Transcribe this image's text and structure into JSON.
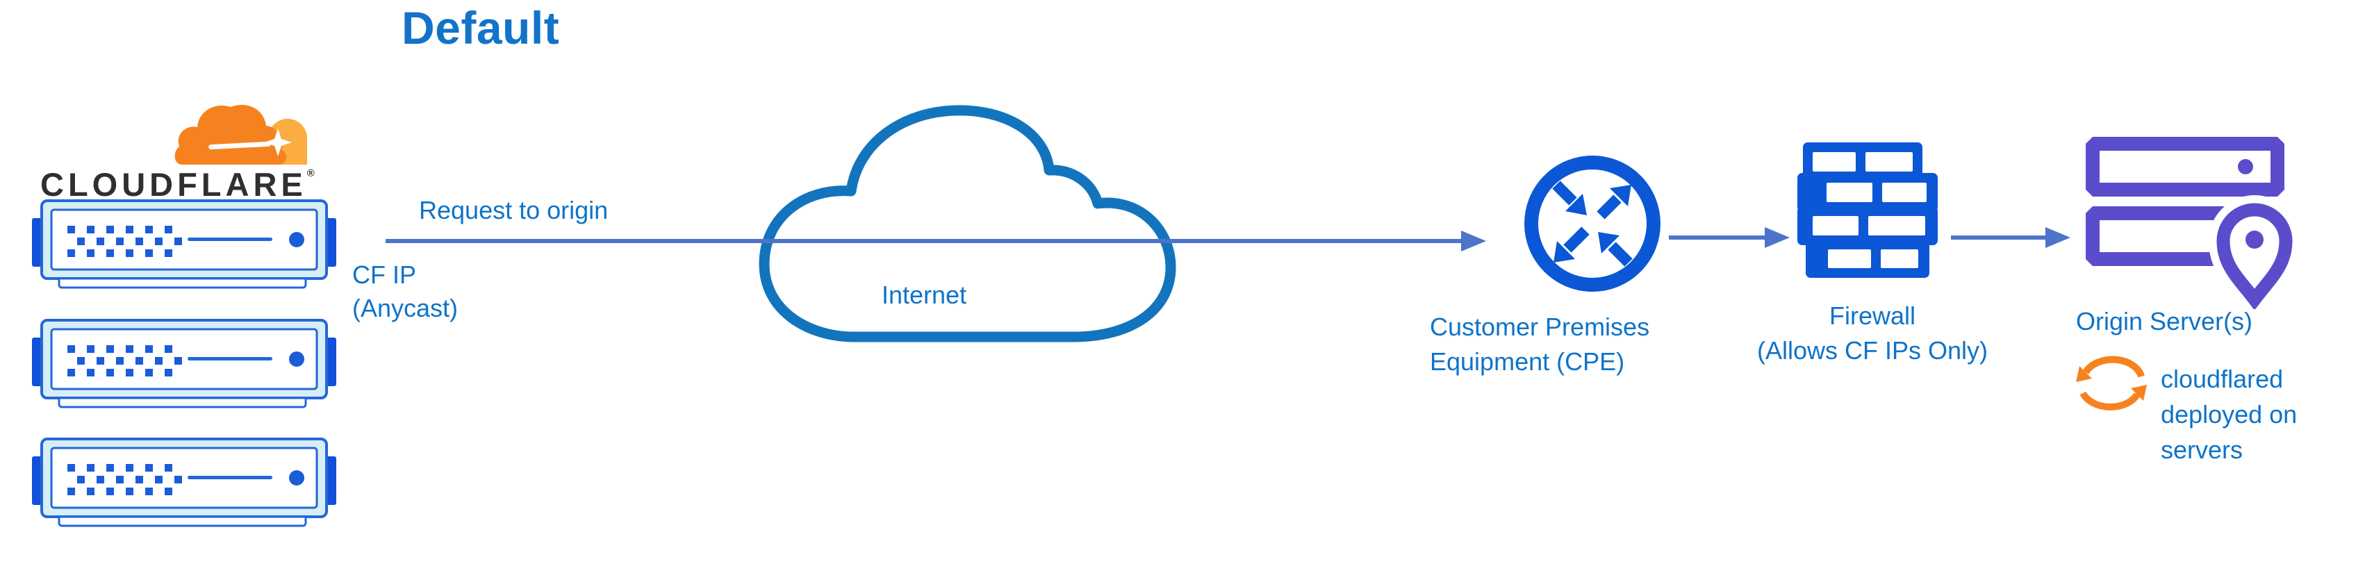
{
  "title": "Default",
  "logo": {
    "wordmark": "CLOUDFLARE",
    "reg": "®"
  },
  "labels": {
    "request_to_origin": "Request to origin",
    "cf_ip": [
      "CF IP",
      "(Anycast)"
    ],
    "internet": "Internet",
    "cpe": [
      "Customer Premises",
      "Equipment (CPE)"
    ],
    "firewall": [
      "Firewall",
      "(Allows CF IPs Only)"
    ],
    "origin": "Origin Server(s)",
    "cloudflared": [
      "cloudflared",
      "deployed on",
      "servers"
    ]
  },
  "colors": {
    "title_blue": "#1273C8",
    "label_blue": "#0E73C8",
    "arrow_line_blue": "#4D74C9",
    "icon_blue": "#0B57D5",
    "cloud_stroke_blue": "#1374BE",
    "server_fill": "#D8EDF5",
    "server_stroke": "#2268D8",
    "server_tab_blue": "#1150D8",
    "origin_purple": "#5B4CCC",
    "cf_orange": "#F6821F",
    "cf_orange_light": "#FBAD41",
    "wordmark_dark": "#2F2F2F"
  }
}
